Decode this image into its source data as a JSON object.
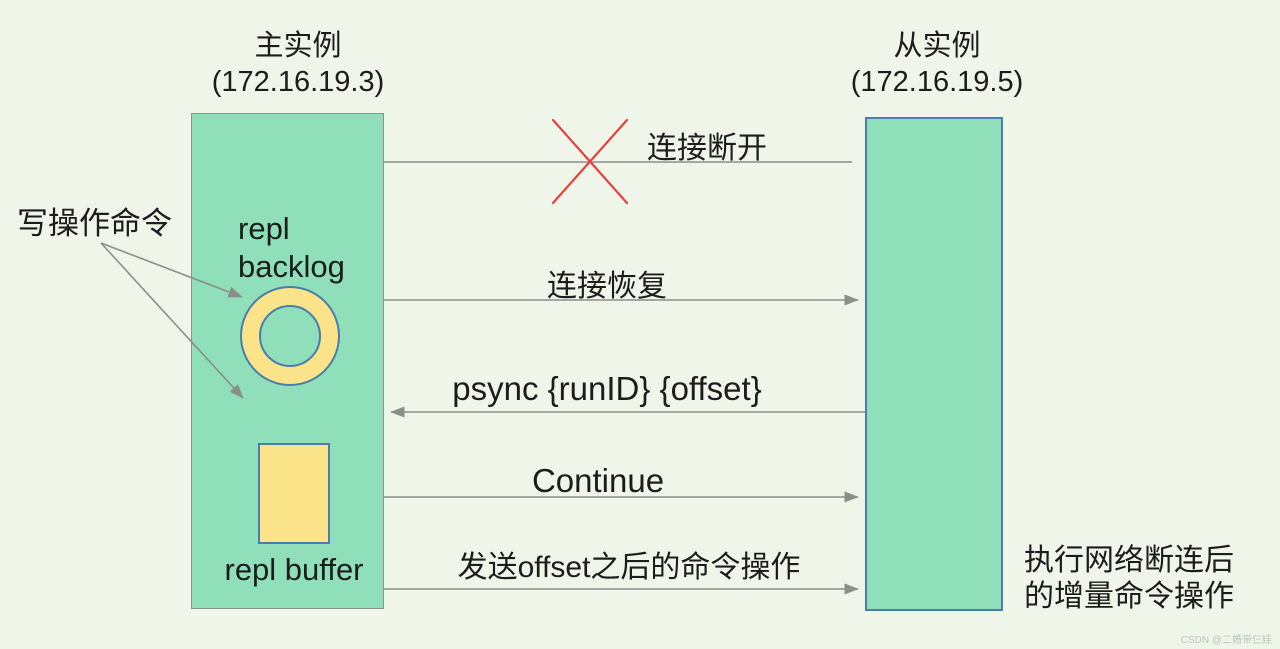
{
  "colors": {
    "background": "#f0f5e9",
    "instance_fill": "#8fdfba",
    "master_border": "#8f9190",
    "replica_border": "#4a7dab",
    "buffer_yellow": "#fae388",
    "buffer_border": "#4a7dab",
    "arrow": "#8a8f8a",
    "broken_x": "#e84040",
    "text": "#1c1c1c",
    "watermark": "#b9c6bd"
  },
  "master": {
    "title": "主实例",
    "ip": "(172.16.19.3)",
    "backlog_label_line1": "repl",
    "backlog_label_line2": "backlog",
    "buffer_label": "repl buffer"
  },
  "replica": {
    "title": "从实例",
    "ip": "(172.16.19.5)",
    "note_line1": "执行网络断连后",
    "note_line2": "的增量命令操作"
  },
  "write_commands_label": "写操作命令",
  "messages": [
    {
      "label": "连接断开",
      "direction": "master-to-replica",
      "broken": true
    },
    {
      "label": "连接恢复",
      "direction": "master-to-replica",
      "broken": false
    },
    {
      "label": "psync {runID} {offset}",
      "direction": "replica-to-master",
      "broken": false
    },
    {
      "label": "Continue",
      "direction": "master-to-replica",
      "broken": false
    },
    {
      "label": "发送offset之后的命令操作",
      "direction": "master-to-replica",
      "broken": false
    }
  ],
  "watermark": "CSDN @二婚带仨娃"
}
